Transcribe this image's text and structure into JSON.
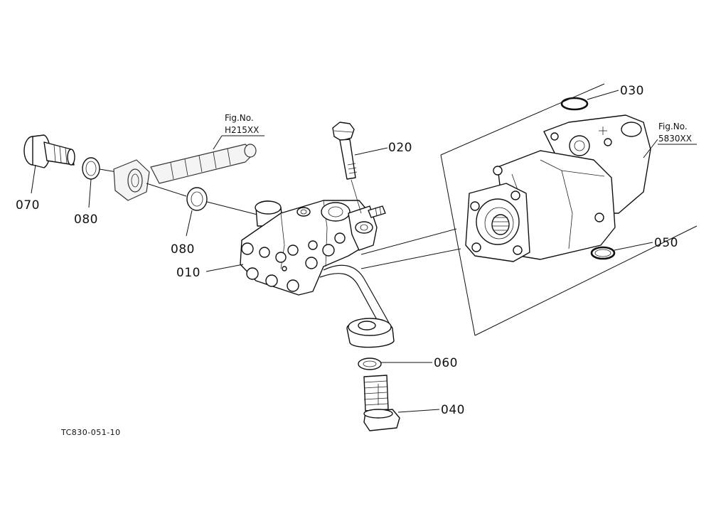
{
  "figure_references": [
    {
      "line1": "Fig.No.",
      "line2": "H215XX"
    },
    {
      "line1": "Fig.No.",
      "line2": "5830XX"
    }
  ],
  "callouts": {
    "p010": "010",
    "p020": "020",
    "p030": "030",
    "p040": "040",
    "p050": "050",
    "p060": "060",
    "p070": "070",
    "p080a": "080",
    "p080b": "080"
  },
  "drawing_code": "TC830-051-10"
}
